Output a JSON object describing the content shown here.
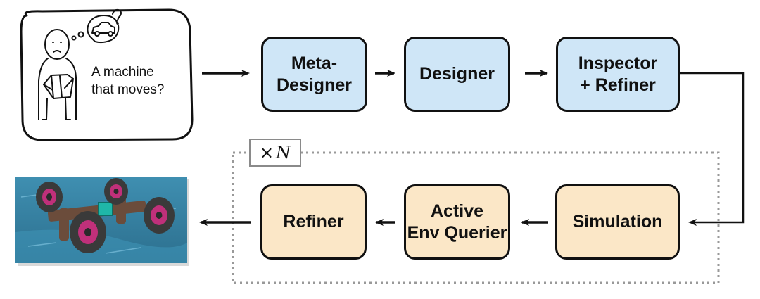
{
  "prompt": {
    "text": "A machine\nthat moves?",
    "icons": [
      "person-reading-icon",
      "thought-bubble-icon",
      "car-icon",
      "question-mark-icon"
    ]
  },
  "pipeline_top": [
    {
      "id": "meta-designer",
      "label": "Meta-\nDesigner",
      "color": "#cfe6f7"
    },
    {
      "id": "designer",
      "label": "Designer",
      "color": "#cfe6f7"
    },
    {
      "id": "inspector",
      "label": "Inspector\n+ Refiner",
      "color": "#cfe6f7"
    }
  ],
  "pipeline_loop": [
    {
      "id": "simulation",
      "label": "Simulation",
      "color": "#fbe7c7"
    },
    {
      "id": "querier",
      "label": "Active\nEnv Querier",
      "color": "#fbe7c7"
    },
    {
      "id": "refiner",
      "label": "Refiner",
      "color": "#fbe7c7"
    }
  ],
  "loop": {
    "times_symbol": "×",
    "variable": "N"
  },
  "output": {
    "icon": "vehicle-render-icon"
  }
}
